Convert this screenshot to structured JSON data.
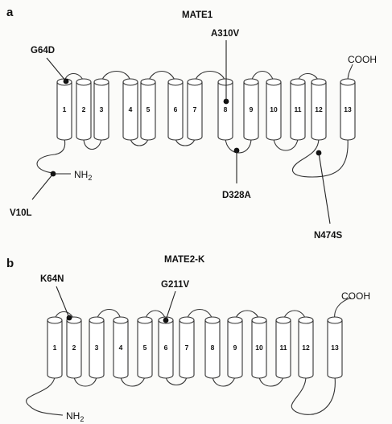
{
  "panel_a": {
    "label": "a",
    "title": "MATE1",
    "helices": [
      "1",
      "2",
      "3",
      "4",
      "5",
      "6",
      "7",
      "8",
      "9",
      "10",
      "11",
      "12",
      "13"
    ],
    "n_terminus": "NH2",
    "c_terminus": "COOH",
    "mutations": [
      "G64D",
      "A310V",
      "D328A",
      "V10L",
      "N474S"
    ]
  },
  "panel_b": {
    "label": "b",
    "title": "MATE2-K",
    "helices": [
      "1",
      "2",
      "3",
      "4",
      "5",
      "6",
      "7",
      "8",
      "9",
      "10",
      "11",
      "12",
      "13"
    ],
    "n_terminus": "NH2",
    "c_terminus": "COOH",
    "mutations": [
      "K64N",
      "G211V"
    ]
  }
}
